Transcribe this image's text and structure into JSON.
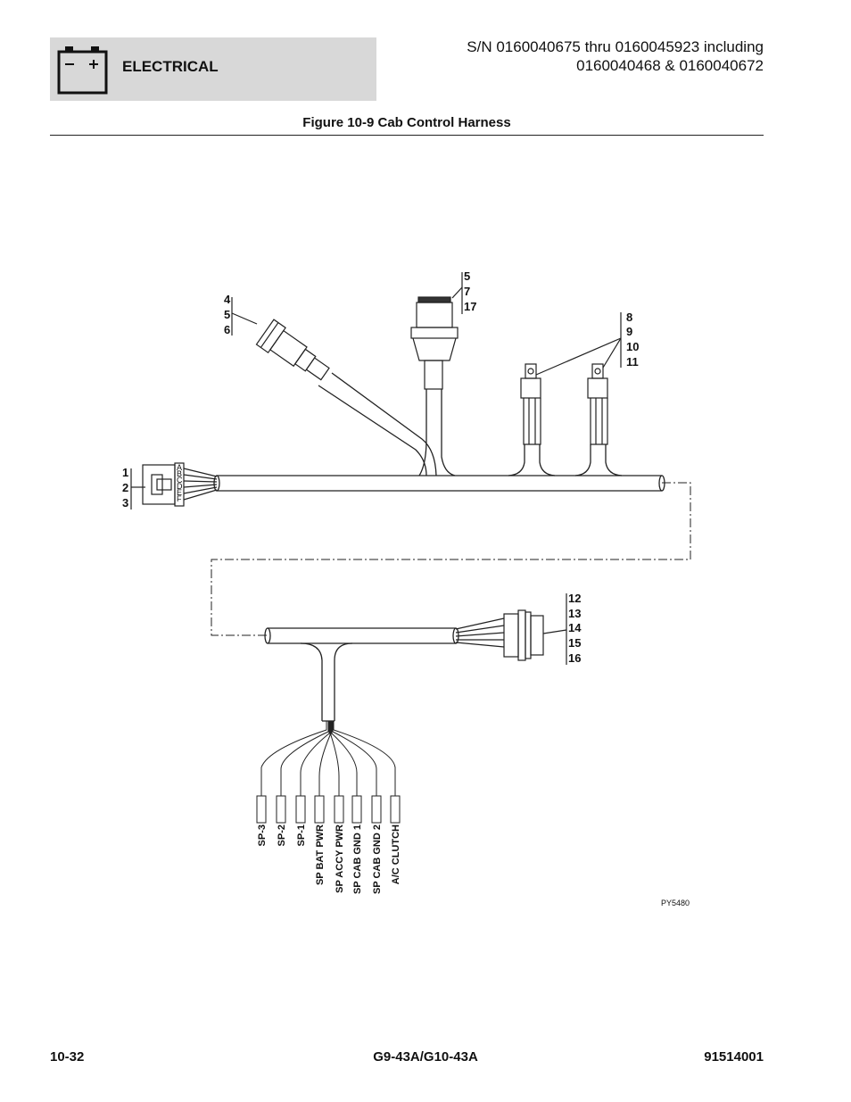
{
  "header": {
    "section": "ELECTRICAL",
    "serial_line1": "S/N 0160040675 thru 0160045923 including",
    "serial_line2": "0160040468 & 0160040672"
  },
  "figure": {
    "title": "Figure 10-9 Cab Control Harness",
    "code": "PY5480",
    "callouts": {
      "left_connector": [
        "1",
        "2",
        "3"
      ],
      "angled_connector": [
        "4",
        "5",
        "6"
      ],
      "top_connector": [
        "5",
        "7",
        "17"
      ],
      "relays": [
        "8",
        "9",
        "10",
        "11"
      ],
      "round_connector": [
        "12",
        "13",
        "14",
        "15",
        "16"
      ]
    },
    "pin_letters": [
      "A",
      "B",
      "C",
      "D",
      "E",
      "F"
    ],
    "splice_labels": [
      "SP-3",
      "SP-2",
      "SP-1",
      "SP BAT PWR",
      "SP ACCY PWR",
      "SP CAB GND 1",
      "SP CAB GND 2",
      "A/C CLUTCH"
    ]
  },
  "footer": {
    "page": "10-32",
    "model": "G9-43A/G10-43A",
    "part_number": "91514001"
  }
}
